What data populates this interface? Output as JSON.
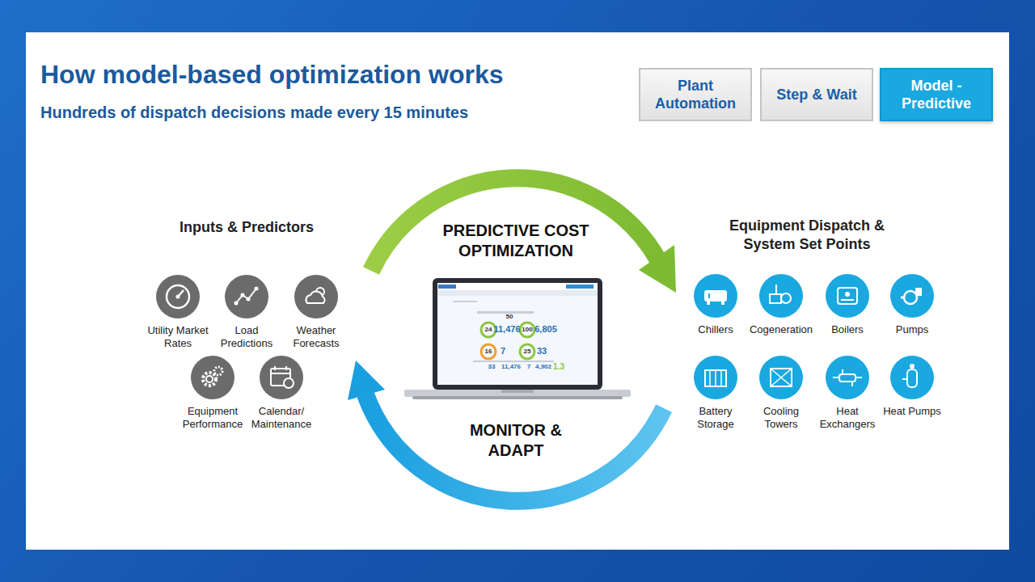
{
  "diagram": {
    "title": "How model-based optimization works",
    "nodes": [
      {
        "text": [
          "Plant Automation"
        ]
      },
      {
        "text": [
          "Step & Wait"
        ]
      },
      {
        "text": [
          "Model - Predictive"
        ]
      },
      {
        "text": [
          "Utility Market Rates"
        ]
      },
      {
        "text": [
          "Load Predictions"
        ]
      },
      {
        "text": [
          "Weather Forecasts"
        ]
      },
      {
        "text": [
          "Equipment Performance"
        ]
      },
      {
        "text": [
          "Calendar/ Maintenance"
        ]
      },
      {
        "text": [
          "Chillers"
        ]
      },
      {
        "text": [
          "Cogeneration"
        ]
      },
      {
        "text": [
          "Boilers"
        ]
      },
      {
        "text": [
          "Pumps"
        ]
      },
      {
        "text": [
          "Battery Storage"
        ]
      },
      {
        "text": [
          "Cooling Towers"
        ]
      },
      {
        "text": [
          "Heat Exchangers"
        ]
      },
      {
        "text": [
          "Heat Pumps"
        ]
      }
    ],
    "labels": [
      "Hundreds of dispatch decisions made every 15 minutes",
      "Inputs & Predictors",
      "PREDICTIVE COST OPTIMIZATION",
      "MONITOR & ADAPT",
      "Equipment Dispatch & System Set Points",
      "50",
      "24",
      "11,476",
      "100",
      "6,805",
      "16",
      "7",
      "25",
      "33",
      "33",
      "11,476",
      "7",
      "4,902",
      "1.3"
    ]
  }
}
